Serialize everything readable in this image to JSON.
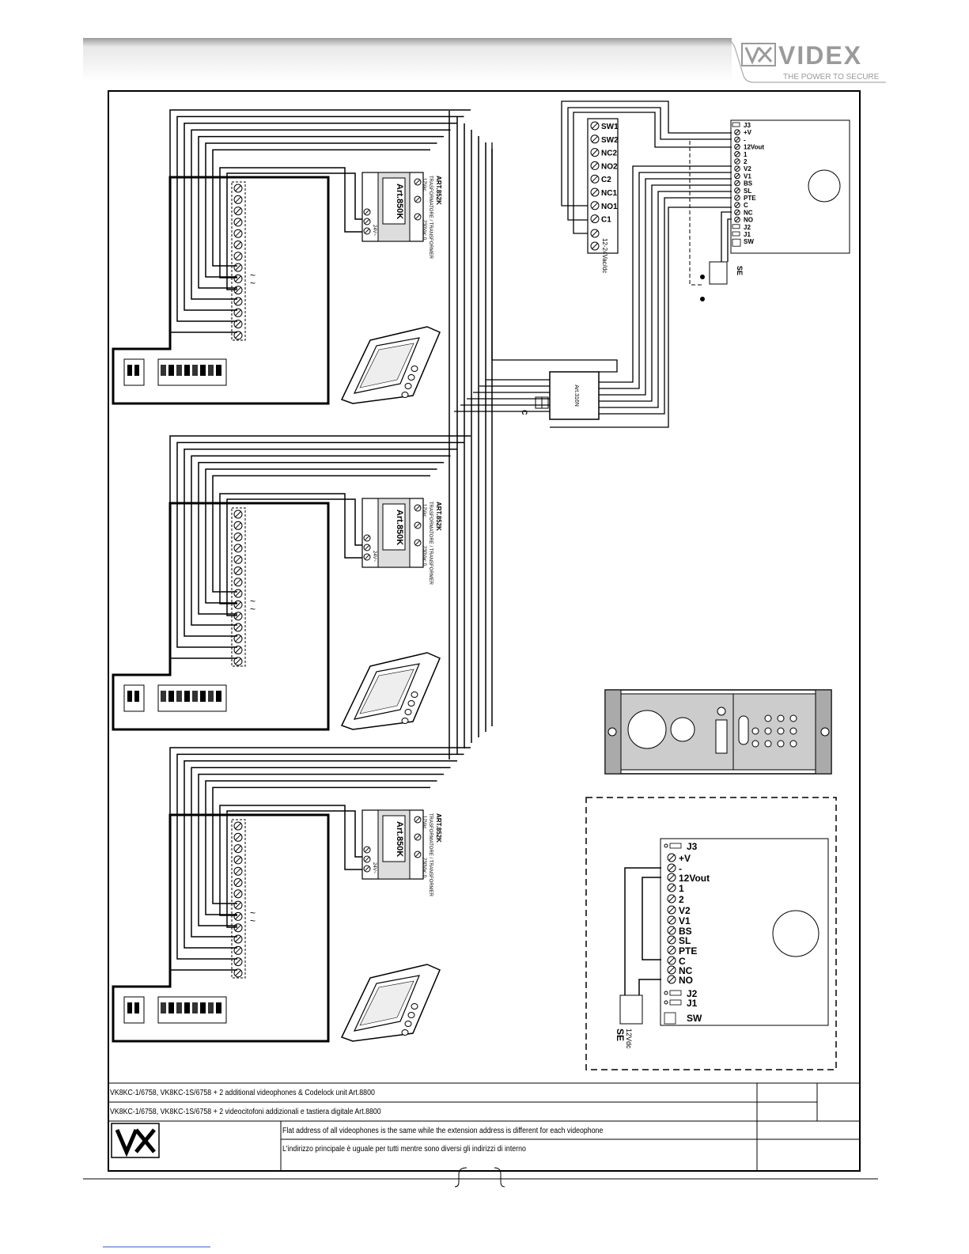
{
  "brand": {
    "name": "VIDEX",
    "tagline": "THE POWER TO SECURE",
    "mark": "VX"
  },
  "panel_terminals": [
    "J3",
    "+V",
    "-",
    "12Vout",
    "1",
    "2",
    "V2",
    "V1",
    "BS",
    "SL",
    "PTE",
    "C",
    "NC",
    "NO",
    "J2",
    "J1",
    "SW"
  ],
  "relay_terminals": [
    "SW1",
    "SW2",
    "NC2",
    "NO2",
    "C2",
    "NC1",
    "NO1",
    "C1"
  ],
  "relay_supply": "12-24Vac/dc",
  "lock_label": "SE",
  "lock_voltage": "12Vdc",
  "distributor_label": "Art.316N",
  "distributor_c": "C",
  "psu_units": [
    {
      "art": "Art.850K",
      "model": "ART.852K",
      "primary": "230Vac  0",
      "secondary": "12Vac",
      "type": "TRASFORMATORE / TRANSFORMER",
      "out": "24V~"
    },
    {
      "art": "Art.850K",
      "model": "ART.852K",
      "primary": "230Vac  0",
      "secondary": "12Vac",
      "type": "TRASFORMATORE / TRANSFORMER",
      "out": "24V~"
    },
    {
      "art": "Art.850K",
      "model": "ART.852K",
      "primary": "230Vac  0",
      "secondary": "12Vac",
      "type": "TRASFORMATORE / TRANSFORMER",
      "out": "24V~"
    }
  ],
  "title_block": {
    "title_en": "VK8KC-1/6758, VK8KC-1S/6758 + 2 additional videophones & Codelock unit Art.8800",
    "title_it": "VK8KC-1/6758, VK8KC-1S/6758 + 2 videocitofoni addizionali e tastiera digitale Art.8800",
    "note_en": "Flat address of all videophones is the same while the extension address is different for each videophone",
    "note_it": "L'indirizzo principale è uguale per tutti mentre sono diversi gli indirizzi di interno"
  }
}
